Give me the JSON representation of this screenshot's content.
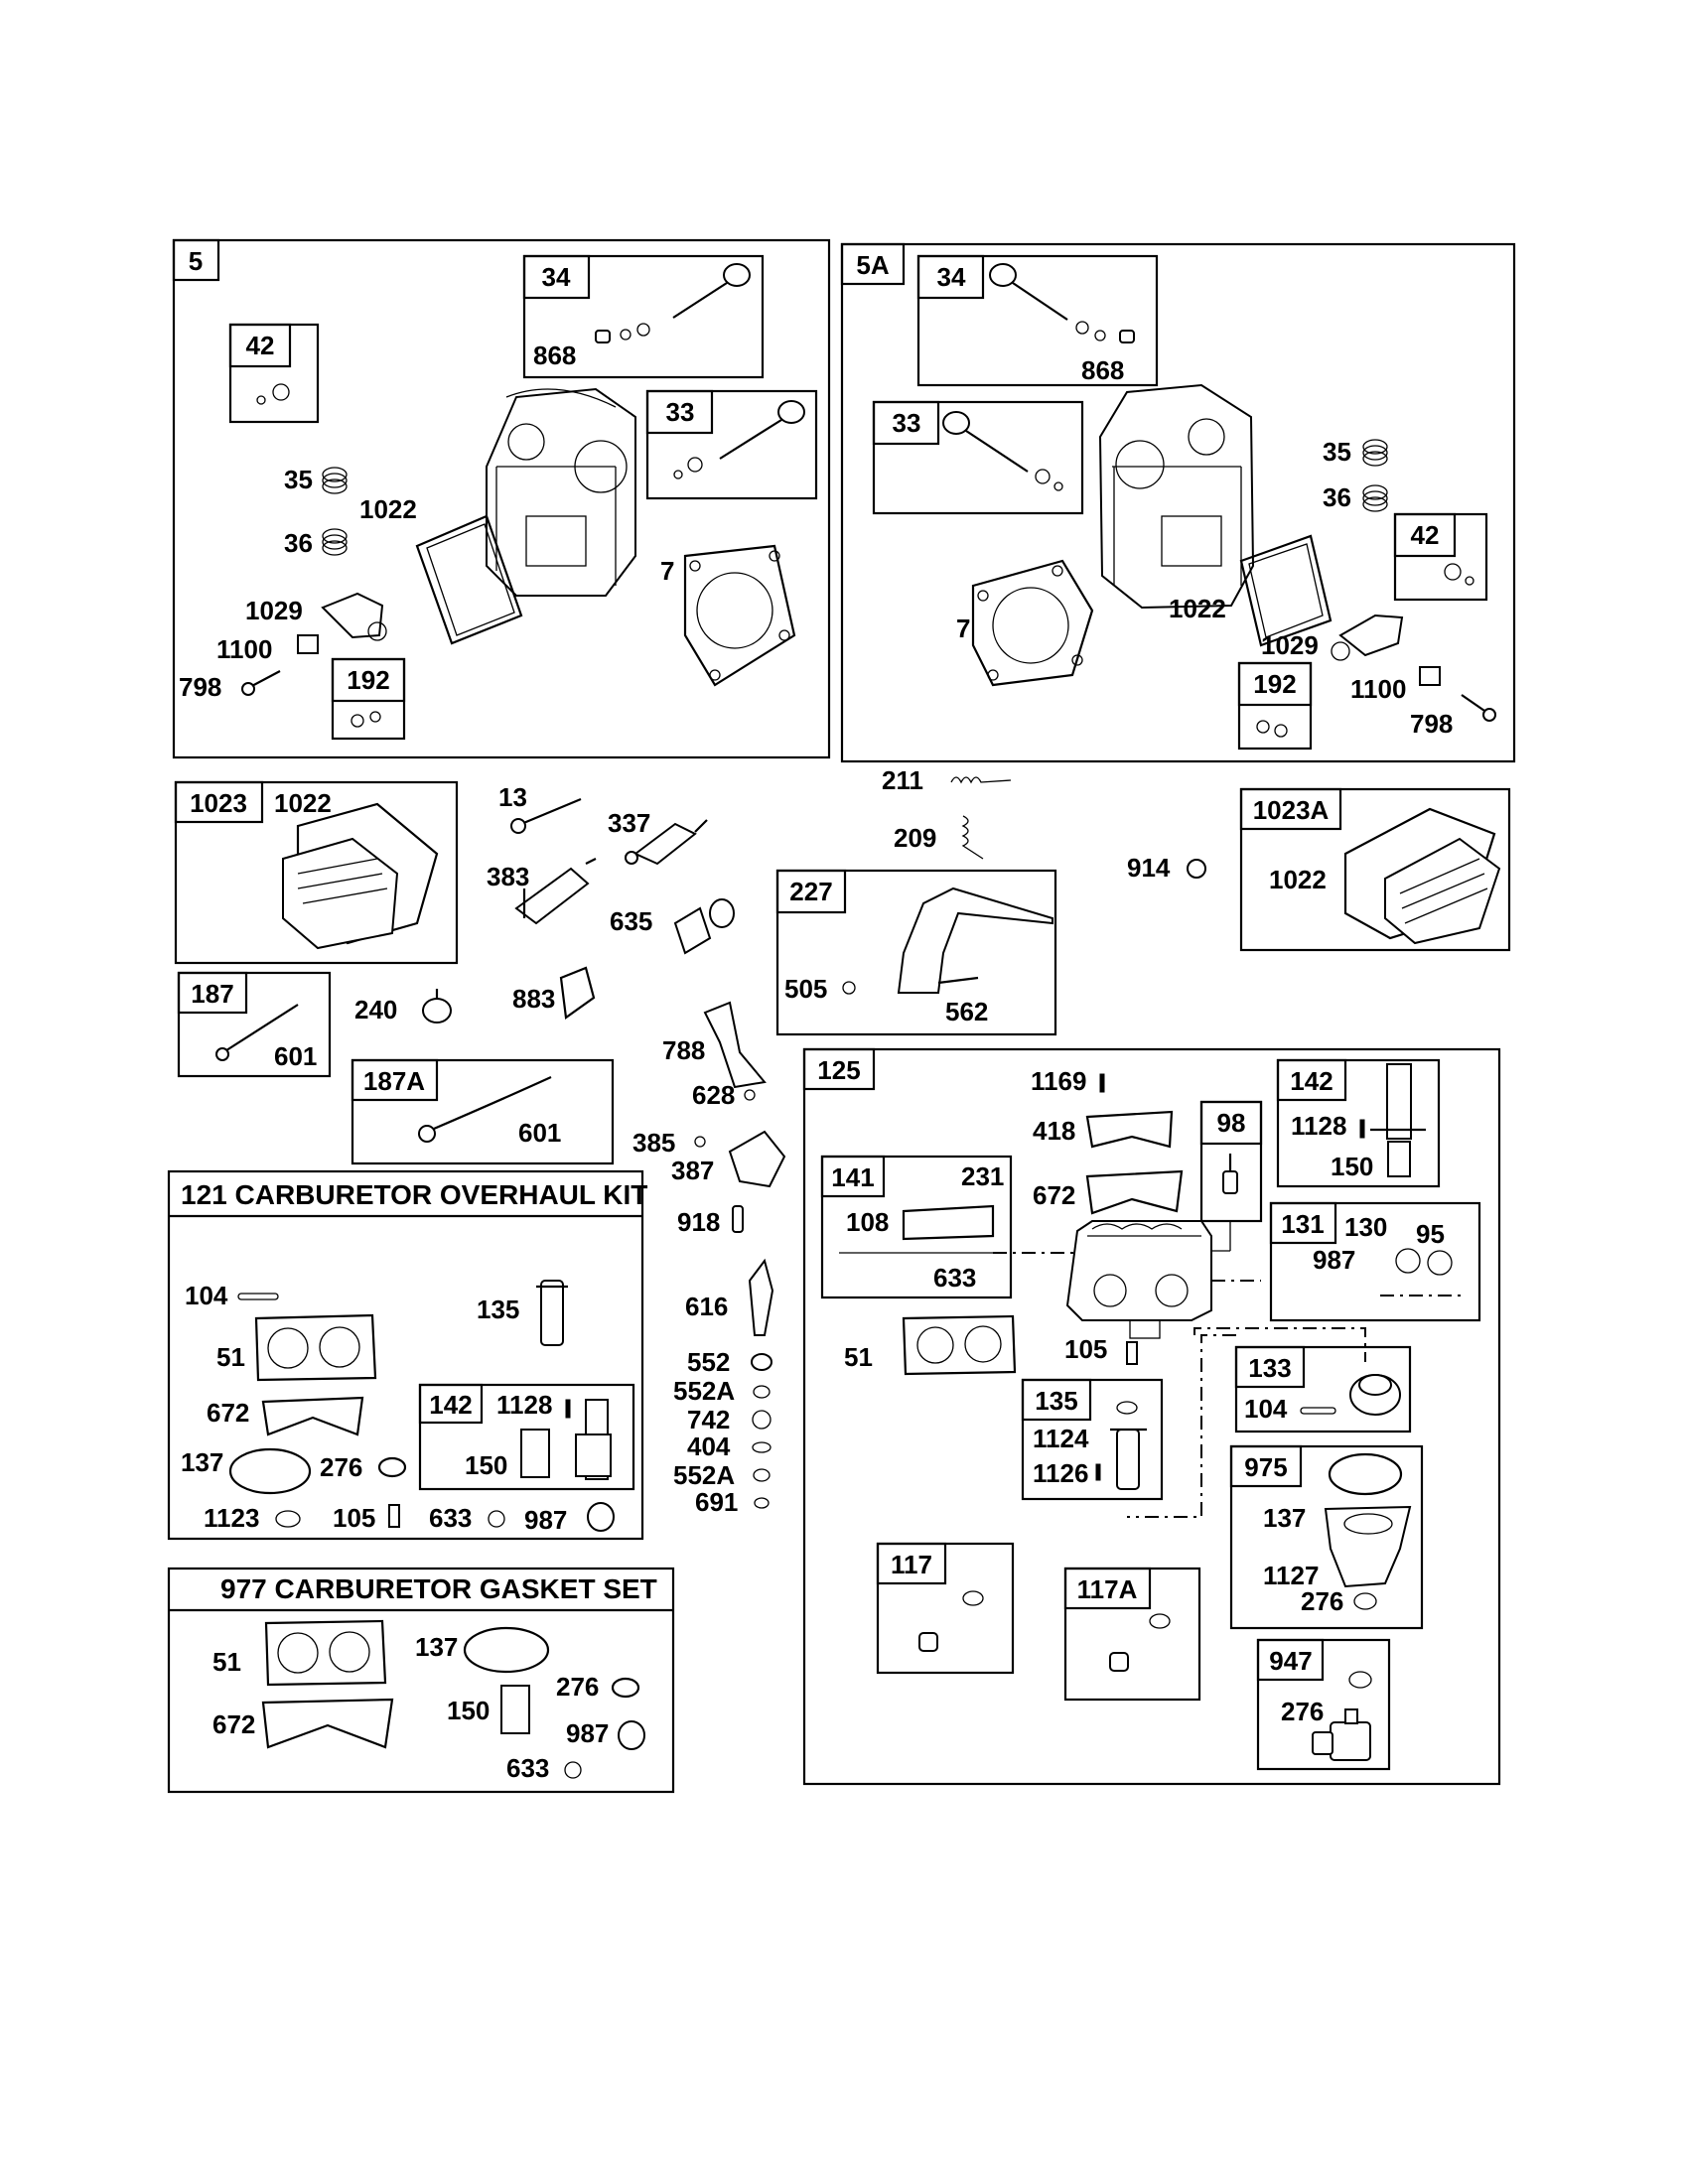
{
  "diagram": {
    "frames": {
      "f5": "5",
      "f5a": "5A",
      "f1023": "1023",
      "f1023a": "1023A",
      "f187": "187",
      "f187a": "187A",
      "f227": "227",
      "f125": "125",
      "f141": "141",
      "f142b": "142",
      "f98": "98",
      "f131": "131",
      "f133": "133",
      "f135": "135",
      "f975": "975",
      "f117": "117",
      "f117a": "117A",
      "f947": "947"
    },
    "inner_frames": {
      "f5_34": "34",
      "f5_33": "33",
      "f5_42": "42",
      "f5_192": "192",
      "f5a_34": "34",
      "f5a_33": "33",
      "f5a_42": "42",
      "f5a_192": "192",
      "kit142": "142"
    },
    "kits": {
      "overhaul_title": "121 CARBURETOR OVERHAUL KIT",
      "gasket_title": "977 CARBURETOR GASKET SET"
    },
    "parts": {
      "p5_868": "868",
      "p5_35": "35",
      "p5_36": "36",
      "p5_1022": "1022",
      "p5_7": "7",
      "p5_1029": "1029",
      "p5_1100": "1100",
      "p5_798": "798",
      "p5a_868": "868",
      "p5a_35": "35",
      "p5a_36": "36",
      "p5a_1022": "1022",
      "p5a_7": "7",
      "p5a_1029": "1029",
      "p5a_1100": "1100",
      "p5a_798": "798",
      "p1023_1022": "1022",
      "p1023a_1022": "1022",
      "p13": "13",
      "p337": "337",
      "p383": "383",
      "p635": "635",
      "p211": "211",
      "p209": "209",
      "p914": "914",
      "p505": "505",
      "p562": "562",
      "p187_601": "601",
      "p187a_601": "601",
      "p240": "240",
      "p883": "883",
      "p788": "788",
      "p628": "628",
      "p385": "385",
      "p387": "387",
      "p918": "918",
      "p616": "616",
      "p552": "552",
      "p552a": "552A",
      "p742": "742",
      "p404": "404",
      "p552a2": "552A",
      "p691": "691",
      "k104": "104",
      "k51": "51",
      "k135": "135",
      "k672": "672",
      "k1128": "1128",
      "k150": "150",
      "k137": "137",
      "k276": "276",
      "k1123": "1123",
      "k105": "105",
      "k633": "633",
      "k987": "987",
      "g51": "51",
      "g137": "137",
      "g276": "276",
      "g150": "150",
      "g672": "672",
      "g987": "987",
      "g633": "633",
      "c1169": "1169",
      "c418": "418",
      "c672": "672",
      "c108": "108",
      "c231": "231",
      "c633": "633",
      "c1128": "1128",
      "c150": "150",
      "c130": "130",
      "c95": "95",
      "c987": "987",
      "c51": "51",
      "c105": "105",
      "c104": "104",
      "c1124": "1124",
      "c1126": "1126",
      "c137": "137",
      "c1127": "1127",
      "c276": "276",
      "c276b": "276"
    }
  }
}
